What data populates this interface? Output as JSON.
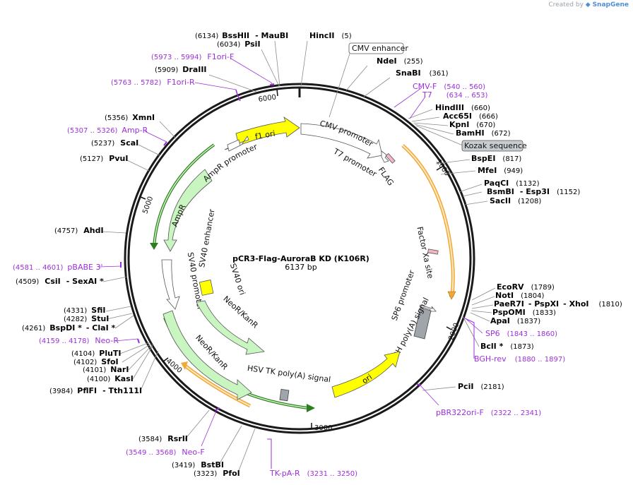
{
  "credit": {
    "prefix": "Created by",
    "brand": "SnapGene"
  },
  "map": {
    "name": "pCR3-Flag-AuroraB KD (K106R)",
    "size": "6137 bp",
    "length": 6137,
    "ticks": [
      "1000",
      "2000",
      "3000",
      "4000",
      "5000",
      "6000"
    ],
    "colors": {
      "backbone": "#1a1a1a",
      "promoter_fill": "#ffffff",
      "marker_fill": "#c8f5c0",
      "ori_fill": "#ffff00",
      "polyA_fill": "#a0a4ab",
      "orange_arrow": "#f0a838",
      "primer": "#9b30d9",
      "dark_green": "#2e7d1e"
    }
  },
  "enzymes": [
    {
      "name": "BssHII",
      "pos": "(6134)",
      "extra": "MauBI"
    },
    {
      "name": "PsiI",
      "pos": "(6034)"
    },
    {
      "name": "HincII",
      "pos": "(5)"
    },
    {
      "name": "DraIII",
      "pos": "(5909)"
    },
    {
      "name": "NdeI",
      "pos": "(255)"
    },
    {
      "name": "SnaBI",
      "pos": "(361)"
    },
    {
      "name": "XmnI",
      "pos": "(5356)"
    },
    {
      "name": "HindIII",
      "pos": "(660)"
    },
    {
      "name": "Acc65I",
      "pos": "(666)"
    },
    {
      "name": "KpnI",
      "pos": "(670)"
    },
    {
      "name": "BamHI",
      "pos": "(672)"
    },
    {
      "name": "ScaI",
      "pos": "(5237)"
    },
    {
      "name": "BspEI",
      "pos": "(817)"
    },
    {
      "name": "PvuI",
      "pos": "(5127)"
    },
    {
      "name": "MfeI",
      "pos": "(949)"
    },
    {
      "name": "PaqCI",
      "pos": "(1132)"
    },
    {
      "name": "BsmBI",
      "pos": "(1152)",
      "extra": "Esp3I"
    },
    {
      "name": "SacII",
      "pos": "(1208)"
    },
    {
      "name": "AhdI",
      "pos": "(4757)"
    },
    {
      "name": "CsiI",
      "pos": "(4509)",
      "extra": "SexAI *"
    },
    {
      "name": "EcoRV",
      "pos": "(1789)"
    },
    {
      "name": "NotI",
      "pos": "(1804)"
    },
    {
      "name": "PaeR7I",
      "pos": "(1810)",
      "extra": "PspXI",
      "extra2": "XhoI"
    },
    {
      "name": "PspOMI",
      "pos": "(1833)"
    },
    {
      "name": "ApaI",
      "pos": "(1837)"
    },
    {
      "name": "SfiI",
      "pos": "(4331)"
    },
    {
      "name": "StuI",
      "pos": "(4282)"
    },
    {
      "name": "BspDI *",
      "pos": "(4261)",
      "extra": "ClaI *"
    },
    {
      "name": "BclI *",
      "pos": "(1873)"
    },
    {
      "name": "PluTI",
      "pos": "(4104)"
    },
    {
      "name": "SfoI",
      "pos": "(4102)"
    },
    {
      "name": "NarI",
      "pos": "(4101)"
    },
    {
      "name": "KasI",
      "pos": "(4100)"
    },
    {
      "name": "PflFI",
      "pos": "(3984)",
      "extra": "Tth111I"
    },
    {
      "name": "PciI",
      "pos": "(2181)"
    },
    {
      "name": "RsrII",
      "pos": "(3584)"
    },
    {
      "name": "BstBI",
      "pos": "(3419)"
    },
    {
      "name": "PfoI",
      "pos": "(3323)"
    }
  ],
  "primers": [
    {
      "name": "F1ori-F",
      "range": "(5973 .. 5994)"
    },
    {
      "name": "F1ori-R",
      "range": "(5763 .. 5782)"
    },
    {
      "name": "CMV-F",
      "range": "(540 .. 560)"
    },
    {
      "name": "T7",
      "range": "(634 .. 653)"
    },
    {
      "name": "Amp-R",
      "range": "(5307 .. 5326)"
    },
    {
      "name": "pBABE 3'",
      "range": "(4581 .. 4601)"
    },
    {
      "name": "SP6",
      "range": "(1843 .. 1860)"
    },
    {
      "name": "Neo-R",
      "range": "(4159 .. 4178)"
    },
    {
      "name": "BGH-rev",
      "range": "(1880 .. 1897)"
    },
    {
      "name": "pBR322ori-F",
      "range": "(2322 .. 2341)"
    },
    {
      "name": "Neo-F",
      "range": "(3549 .. 3568)"
    },
    {
      "name": "TK-pA-R",
      "range": "(3231 .. 3250)"
    }
  ],
  "boxed_features": {
    "cmv_enhancer": "CMV enhancer",
    "kozak": "Kozak sequence"
  },
  "features": {
    "f1_ori": "f1 ori",
    "cmv_promoter": "CMV promoter",
    "t7_promoter": "T7 promoter",
    "flag": "FLAG",
    "ampr_promoter": "AmpR promoter",
    "ampr": "AmpR",
    "factor_xa": "Factor Xa site",
    "sv40_enhancer": "SV40 enhancer",
    "sv40_promoter": "SV40 promoter",
    "sv40_ori": "SV40 ori",
    "neor_inner": "NeoR/KanR",
    "neor_outer": "NeoR/KanR",
    "sp6_promoter": "SP6 promoter",
    "bgh_polya": "bGH poly(A) signal",
    "ori": "ori",
    "hsv_tk": "HSV TK poly(A) signal"
  }
}
